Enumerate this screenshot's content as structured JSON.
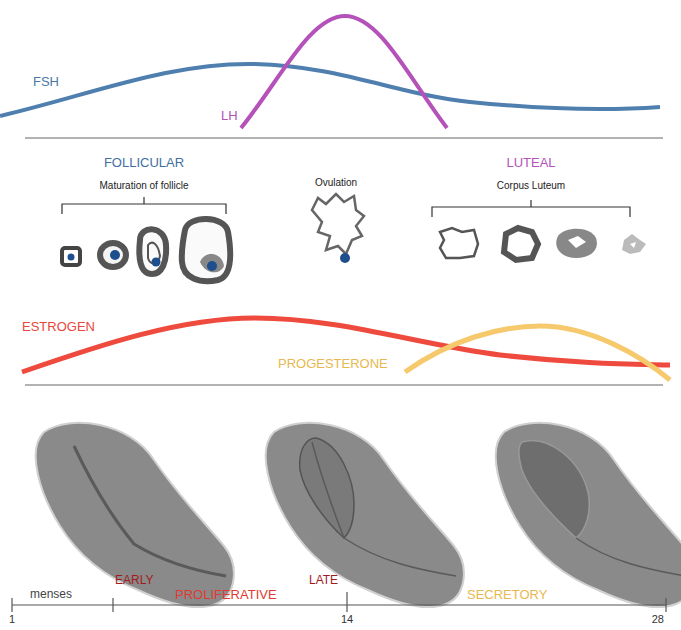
{
  "diagram": {
    "labels": [
      "FSH",
      "LH",
      "FOLLICULAR",
      "Maturation of follicle",
      "Ovulation",
      "LUTEAL",
      "Corpus Luteum",
      "ESTROGEN",
      "PROGESTERONE",
      "EARLY",
      "LATE",
      "menses",
      "PROLIFERATIVE",
      "SECRETORY",
      "1",
      "14",
      "28"
    ]
  }
}
